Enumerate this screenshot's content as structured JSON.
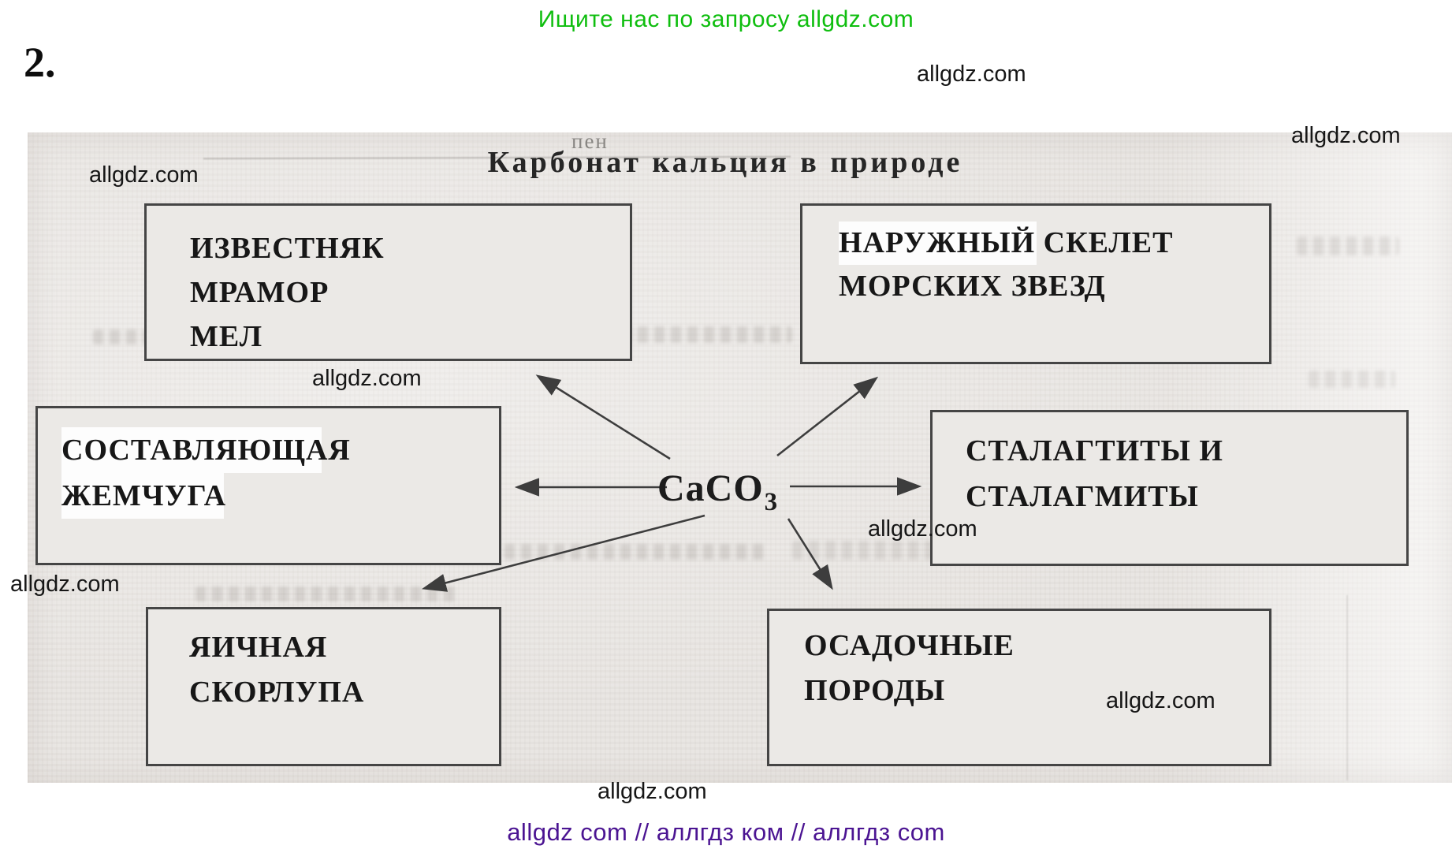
{
  "page": {
    "promo_top": "Ищите нас по запросу allgdz.com",
    "item_number": "2.",
    "watermark": "allgdz.com",
    "footer_line": "allgdz com  //  аллгдз ком  //  аллгдз com"
  },
  "diagram": {
    "title": "Карбонат кальция в природе",
    "formula_base": "CaCO",
    "formula_subscript": "3",
    "artifact_text": "пен",
    "nodes": {
      "limestone": {
        "lines": [
          "ИЗВЕСТНЯК",
          "МРАМОР",
          "МЕЛ"
        ]
      },
      "starfish": {
        "lines": [
          "НАРУЖНЫЙ СКЕЛЕТ",
          "МОРСКИХ ЗВЕЗД"
        ]
      },
      "pearl": {
        "lines": [
          "СОСТАВЛЯЮЩАЯ",
          "ЖЕМЧУГА"
        ]
      },
      "stalactites": {
        "lines": [
          "СТАЛАГТИТЫ И",
          "СТАЛАГМИТЫ"
        ]
      },
      "eggshell": {
        "lines": [
          "ЯИЧНАЯ",
          "СКОРЛУПА"
        ]
      },
      "sedimentary": {
        "lines": [
          "ОСАДОЧНЫЕ",
          "ПОРОДЫ"
        ]
      }
    }
  },
  "colors": {
    "promo_green": "#0fbe0f",
    "footer_purple": "#4b1492",
    "watermark_black": "#161616",
    "scan_background": "#e9e6e3",
    "box_border": "#454545"
  }
}
